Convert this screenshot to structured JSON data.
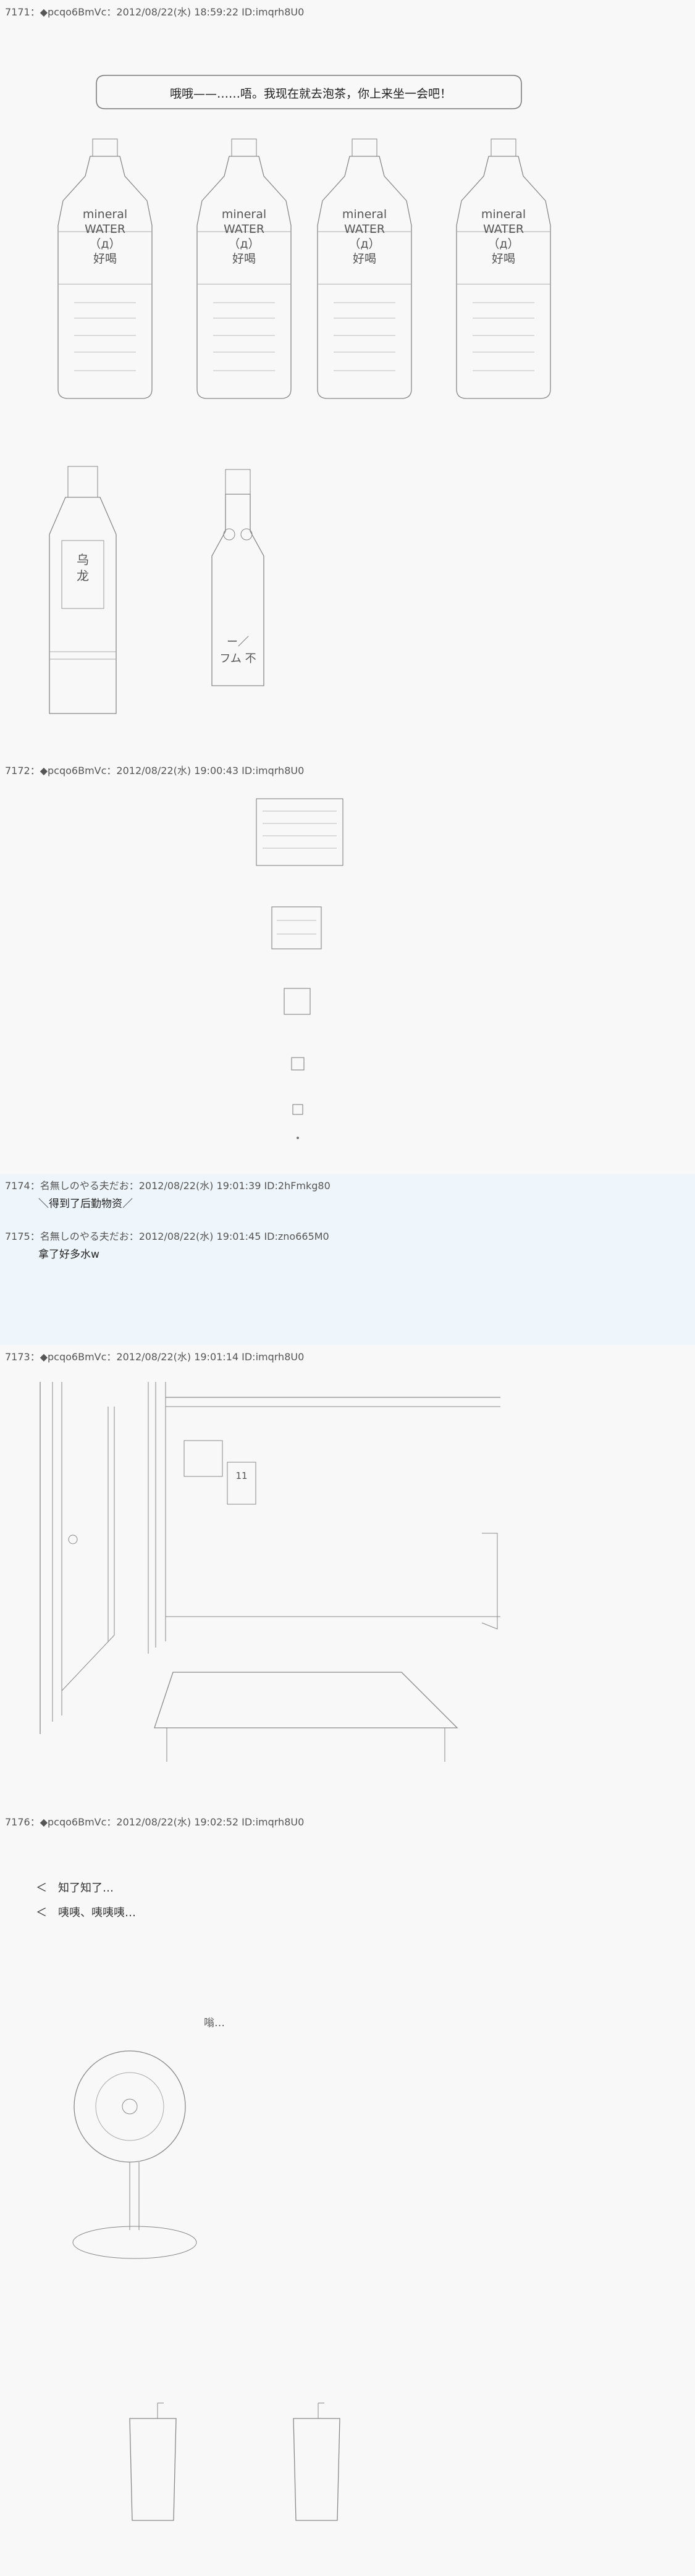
{
  "posts": [
    {
      "header": "7171：◆pcqo6BmVc：2012/08/22(水) 18:59:22 ID:imqrh8U0",
      "speech": "哦哦——……唔。我现在就去泡茶，你上来坐一会吧！",
      "bottle_label": [
        "mineral",
        "WATER",
        "（д）",
        "好喝"
      ],
      "tea_label": [
        "乌",
        "龙"
      ],
      "bottle2_label": [
        "ー／",
        "フム 不"
      ]
    },
    {
      "header": "7172：◆pcqo6BmVc：2012/08/22(水) 19:00:43 ID:imqrh8U0"
    },
    {
      "header": "7174：名無しのやる夫だお：2012/08/22(水) 19:01:39 ID:2hFmkg80",
      "text": "＼得到了后勤物资／"
    },
    {
      "header": "7175：名無しのやる夫だお：2012/08/22(水) 19:01:45 ID:zno665M0",
      "text": "拿了好多水w"
    },
    {
      "header": "7173：◆pcqo6BmVc：2012/08/22(水) 19:01:14 ID:imqrh8U0",
      "calendar_number": "11"
    },
    {
      "header": "7176：◆pcqo6BmVc：2012/08/22(水) 19:02:52 ID:imqrh8U0",
      "line1": "＜　知了知了…",
      "line2": "＜　咦咦、咦咦咦…",
      "sound": "嗡…"
    }
  ]
}
